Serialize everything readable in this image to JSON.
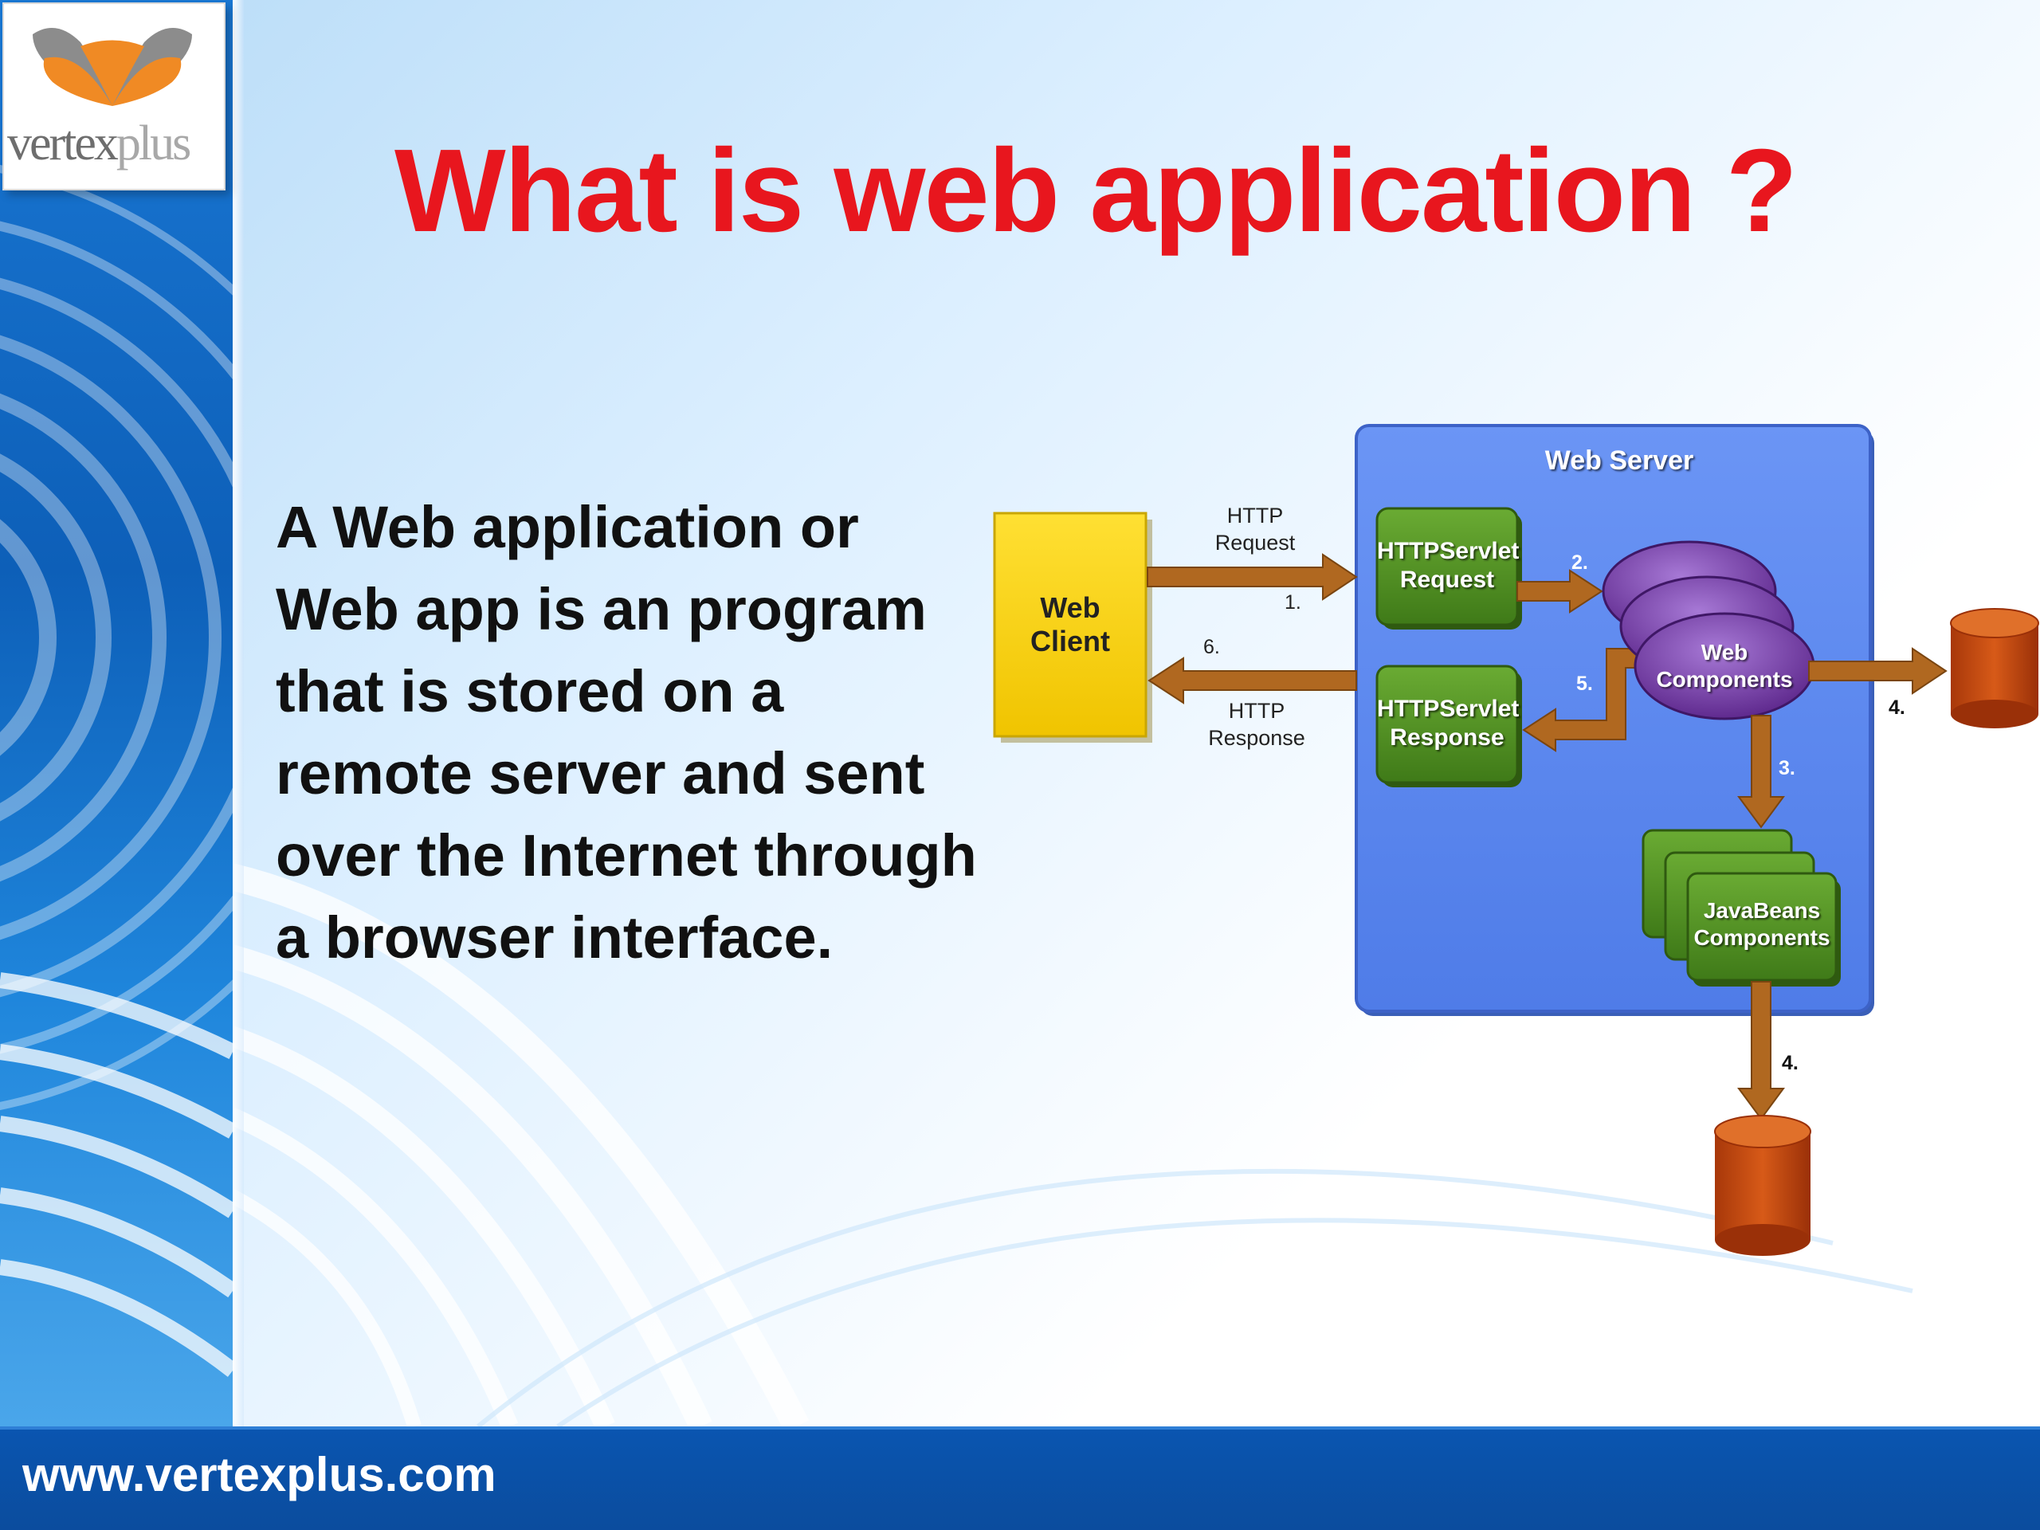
{
  "slide": {
    "title": "What is web application ?",
    "body": "A Web application or Web app is an program that is stored on a remote server and sent over the Internet through a browser interface.",
    "footer_url": "www.vertexplus.com"
  },
  "logo": {
    "prefix": "vertex",
    "suffix": "plus",
    "colors": {
      "orange": "#f08a24",
      "gray": "#8c8c8c"
    }
  },
  "diagram": {
    "web_server": "Web Server",
    "web_client": [
      "Web",
      "Client"
    ],
    "http_request": [
      "HTTP",
      "Request"
    ],
    "http_response": [
      "HTTP",
      "Response"
    ],
    "servlet_request": [
      "HTTPServlet",
      "Request"
    ],
    "servlet_response": [
      "HTTPServlet",
      "Response"
    ],
    "web_components": [
      "Web",
      "Components"
    ],
    "javabeans": [
      "JavaBeans",
      "Components"
    ],
    "steps": {
      "s1": "1.",
      "s2": "2.",
      "s3": "3.",
      "s4a": "4.",
      "s4b": "4.",
      "s5": "5.",
      "s6": "6."
    },
    "colors": {
      "server_blue": "#5b87f2",
      "client_yellow": "#f7d000",
      "servlet_green": "#4f8f23",
      "component_purple": "#6b2f9c",
      "arrow_brown": "#b06820",
      "db_red": "#c04a0c"
    }
  }
}
